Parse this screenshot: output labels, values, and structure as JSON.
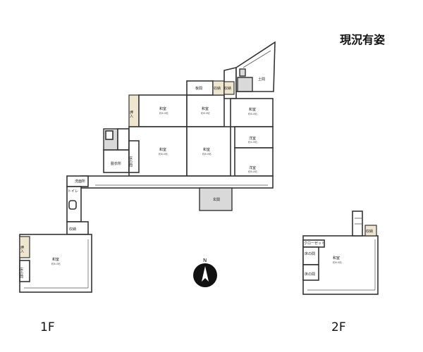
{
  "title": "現況有姿",
  "compass": {
    "label": "N"
  },
  "floors": [
    {
      "label": "1F"
    },
    {
      "label": "2F"
    }
  ],
  "rooms_1f": {
    "washitsu_1": {
      "name": "和室",
      "size": "約6.0帖"
    },
    "washitsu_2": {
      "name": "和室",
      "size": "約6.0帖"
    },
    "washitsu_3": {
      "name": "和室",
      "size": "約8.0帖"
    },
    "washitsu_4": {
      "name": "和室",
      "size": "約8.0帖"
    },
    "washitsu_5": {
      "name": "和室",
      "size": "約6.0帖"
    },
    "yoshitsu_1": {
      "name": "洋室",
      "size": "約4.5帖"
    },
    "yoshitsu_2": {
      "name": "洋室",
      "size": "約6.0帖"
    },
    "washitsu_6": {
      "name": "和室",
      "size": "約8.0帖"
    },
    "oshiire_1": "押入",
    "oshiire_2": "押入",
    "itanoma": "板間",
    "shuno_1": "収納",
    "shuno_2": "収納",
    "shuno_3": "収納",
    "doma": "土間",
    "bathroom": "浴室",
    "washroom": "脱衣所",
    "tokonoma_1": "床の間",
    "tokonoma_2": "床の間",
    "senmenjo": "洗面所",
    "toilet": "トイレ",
    "genkan": "玄関"
  },
  "rooms_2f": {
    "washitsu": {
      "name": "和室",
      "size": "約8.0帖"
    },
    "closet": "クローゼット",
    "tokonoma_1": "床の間",
    "tokonoma_2": "床の間",
    "shuno": "収納"
  }
}
